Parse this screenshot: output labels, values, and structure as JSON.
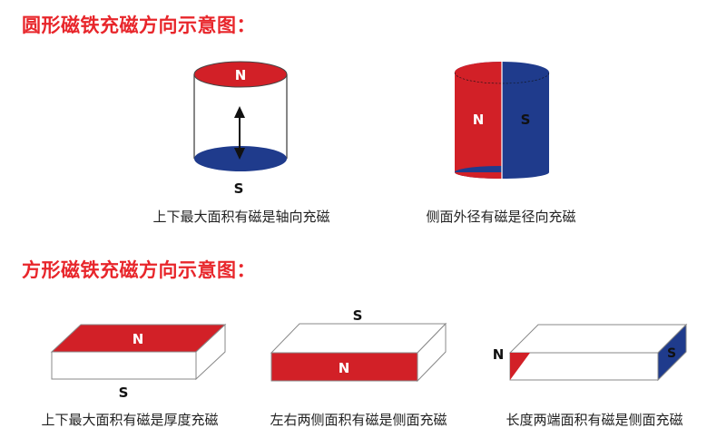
{
  "headings": {
    "round": "圆形磁铁充磁方向示意图：",
    "square": "方形磁铁充磁方向示意图："
  },
  "colors": {
    "heading": "#e8262b",
    "north": "#d22027",
    "south": "#1f3b8c"
  },
  "round": {
    "axial": {
      "top": "N",
      "bottom": "S",
      "caption": "上下最大面积有磁是轴向充磁"
    },
    "radial": {
      "left": "N",
      "right": "S",
      "caption": "侧面外径有磁是径向充磁"
    }
  },
  "square": {
    "thickness": {
      "top": "N",
      "bottom": "S",
      "caption": "上下最大面积有磁是厚度充磁"
    },
    "side": {
      "top": "S",
      "front": "N",
      "caption": "左右两侧面积有磁是侧面充磁"
    },
    "length": {
      "left": "N",
      "right": "S",
      "caption": "长度两端面积有磁是侧面充磁"
    }
  }
}
